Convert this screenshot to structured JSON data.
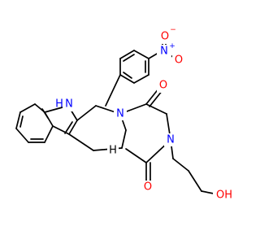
{
  "molecule": {
    "atoms": {
      "nitro_o_top": "O",
      "nitro_o_top_charge": "−",
      "nitro_n": "N",
      "nitro_n_charge": "+",
      "nitro_o_bottom": "O",
      "indole_nh": "N",
      "indole_nh_h": "H",
      "ring_n": "N",
      "carbonyl_o_upper": "O",
      "carbonyl_o_lower": "O",
      "pip_n": "N",
      "hydroxyl": "OH",
      "stereo_h": "H"
    },
    "colors": {
      "bond": "#000000",
      "nitrogen": "#0000FF",
      "oxygen": "#FF0000"
    }
  }
}
